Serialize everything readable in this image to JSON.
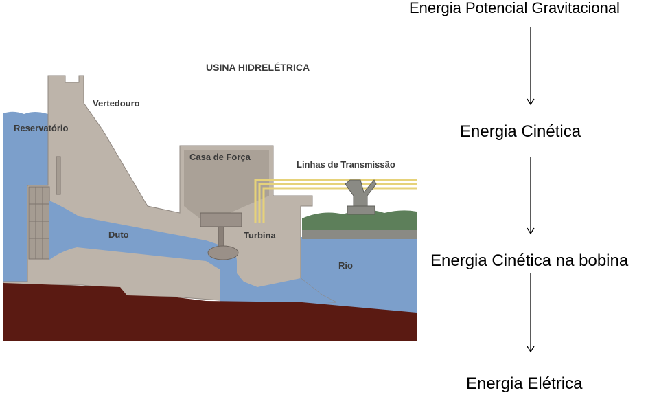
{
  "plant": {
    "title": "USINA HIDRELÉTRICA",
    "labels": {
      "vertedouro": "Vertedouro",
      "reservatorio": "Reservatório",
      "casa_forca": "Casa de Força",
      "linhas": "Linhas de Transmissão",
      "duto": "Duto",
      "turbina": "Turbina",
      "rio": "Rio"
    }
  },
  "flow": {
    "step1": "Energia Potencial Gravitacional",
    "step2": "Energia Cinética",
    "step3": "Energia Cinética na bobina",
    "step4": "Energia Elétrica"
  },
  "colors": {
    "water": "#7c9fcb",
    "dam": "#bdb4aa",
    "ground": "#5a1a12",
    "sky": "#ffffff",
    "lines": "#e6d27a"
  }
}
